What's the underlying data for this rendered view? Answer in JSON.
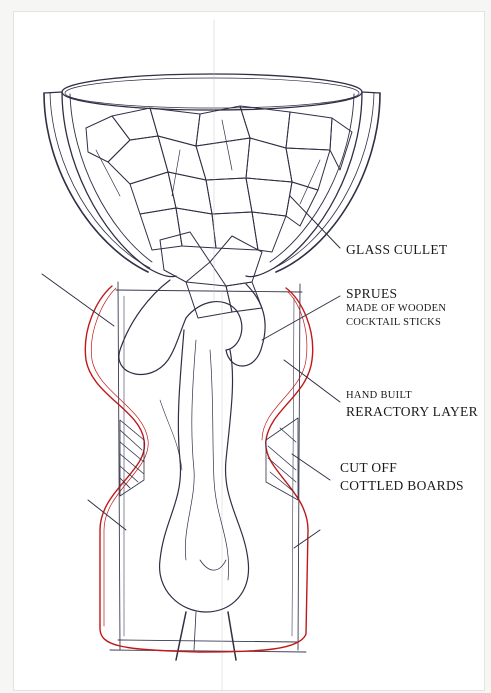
{
  "labels": {
    "glass_cullet": "GLASS CULLET",
    "sprues": "SPRUES",
    "sprues_detail_1": "MADE OF WOODEN",
    "sprues_detail_2": "COCKTAIL STICKS",
    "hand_built": "HAND BUILT",
    "refractory_layer": "RERACTORY LAYER",
    "cut_off": "CUT OFF",
    "cottled_boards": "COTTLED BOARDS"
  },
  "colors": {
    "pencil": "#2f2f46",
    "outline_red": "#c0181a",
    "paper": "#ffffff"
  }
}
